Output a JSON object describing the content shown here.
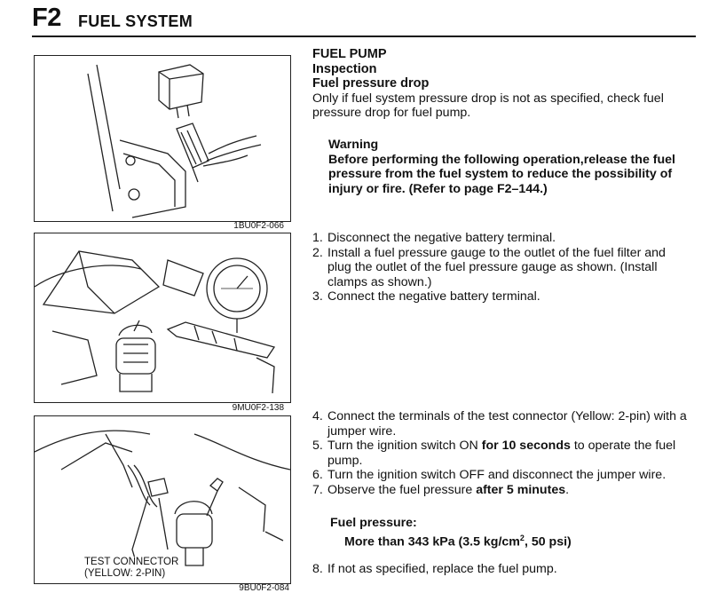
{
  "header": {
    "code": "F2",
    "title": "FUEL SYSTEM"
  },
  "figures": [
    {
      "caption": "1BU0F2-066"
    },
    {
      "caption": "9MU0F2-138"
    },
    {
      "caption": "9BU0F2-084",
      "label_line1": "TEST CONNECTOR",
      "label_line2": "(YELLOW: 2-PIN)"
    }
  ],
  "section": {
    "title": "FUEL PUMP",
    "subtitle": "Inspection",
    "topic": "Fuel pressure drop",
    "intro": "Only if fuel system pressure drop is not as specified, check fuel pressure drop for fuel pump."
  },
  "warning": {
    "heading": "Warning",
    "text": "Before performing the following operation,release the fuel pressure from the fuel system to reduce the possibility of injury or fire. (Refer to page F2–144.)"
  },
  "steps": [
    {
      "num": "1.",
      "text": "Disconnect the negative battery terminal."
    },
    {
      "num": "2.",
      "text": "Install a fuel pressure gauge to the outlet of the fuel filter and plug the outlet of the fuel pressure gauge as shown. (Install clamps as shown.)"
    },
    {
      "num": "3.",
      "text": "Connect the negative battery terminal."
    },
    {
      "num": "4.",
      "text": "Connect the terminals of the test connector (Yellow: 2-pin) with a jumper wire."
    },
    {
      "num": "5.",
      "pre": "Turn the ignition switch ON ",
      "bold": "for 10 seconds",
      "post": " to operate the fuel pump."
    },
    {
      "num": "6.",
      "text": "Turn the ignition switch OFF and disconnect the jumper wire."
    },
    {
      "num": "7.",
      "pre": "Observe the fuel pressure ",
      "bold": "after 5 minutes",
      "post": "."
    },
    {
      "num": "8.",
      "text": "If not as specified, replace the fuel pump."
    }
  ],
  "spec": {
    "label": "Fuel pressure:",
    "value_pre": "More than 343 kPa (3.5 kg/cm",
    "value_sup": "2",
    "value_post": ", 50 psi)"
  }
}
